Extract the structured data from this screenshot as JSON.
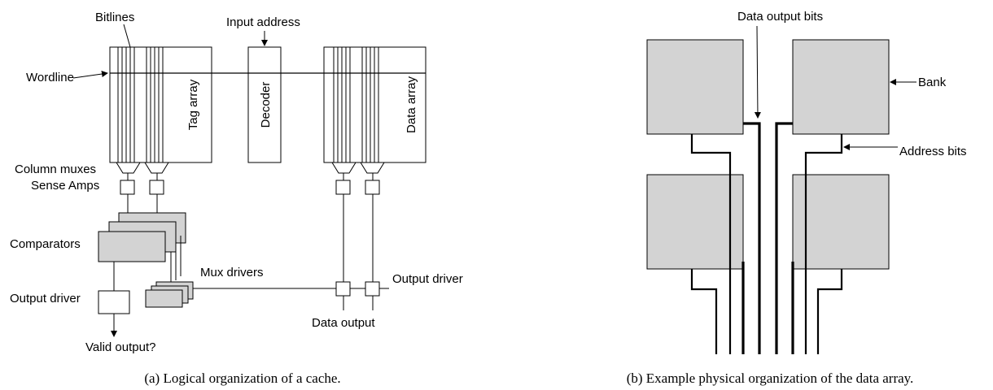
{
  "colors": {
    "stroke": "#000000",
    "fill_gray": "#d3d3d3",
    "background": "#ffffff"
  },
  "left": {
    "labels": {
      "bitlines": "Bitlines",
      "input_address": "Input address",
      "wordline": "Wordline",
      "tag_array": "Tag array",
      "decoder": "Decoder",
      "data_array": "Data array",
      "column_muxes": "Column muxes",
      "sense_amps": "Sense Amps",
      "comparators": "Comparators",
      "mux_drivers": "Mux drivers",
      "output_driver_right": "Output driver",
      "output_driver_left": "Output driver",
      "data_output": "Data output",
      "valid_output": "Valid output?"
    },
    "caption": "(a) Logical organization of a cache."
  },
  "right": {
    "labels": {
      "data_output_bits": "Data output bits",
      "bank": "Bank",
      "address_bits": "Address bits"
    },
    "caption": "(b) Example physical organization of the data array."
  }
}
